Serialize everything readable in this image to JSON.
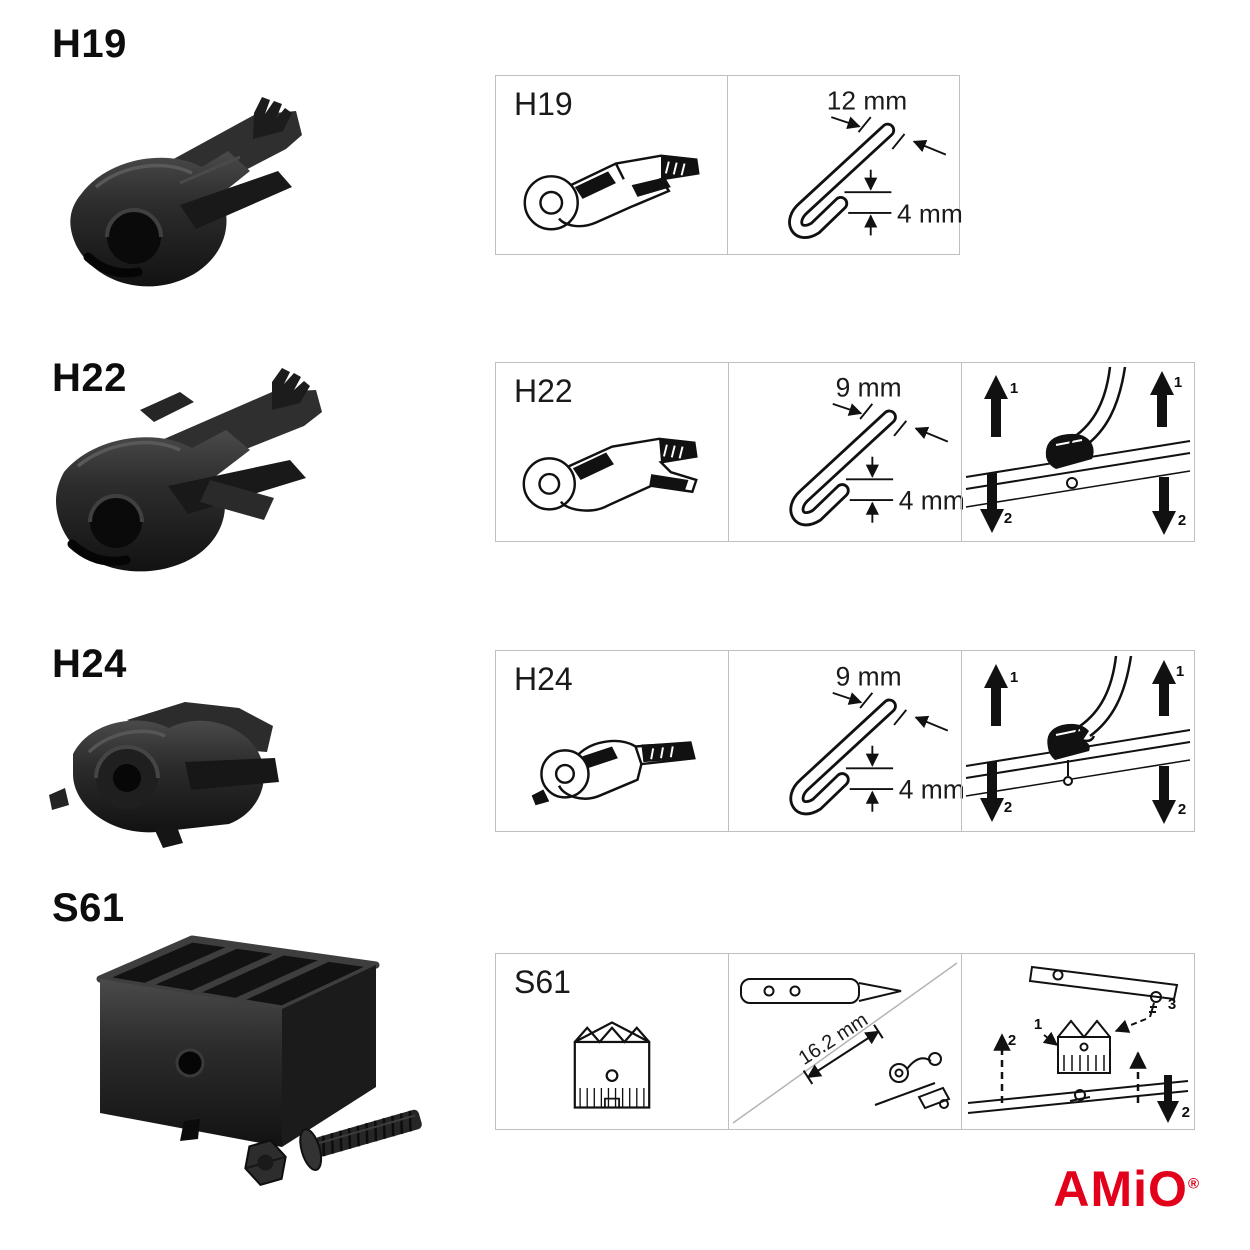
{
  "page": {
    "background": "#ffffff"
  },
  "brand": {
    "name": "AMiO",
    "registered": "®",
    "color": "#e2001a"
  },
  "adapters": [
    {
      "label": "H19",
      "panel": {
        "code": "H19",
        "dim_primary": "12 mm",
        "dim_secondary": "4 mm",
        "install_steps": []
      }
    },
    {
      "label": "H22",
      "panel": {
        "code": "H22",
        "dim_primary": "9 mm",
        "dim_secondary": "4 mm",
        "install_steps": [
          "1",
          "2",
          "1",
          "2"
        ]
      }
    },
    {
      "label": "H24",
      "panel": {
        "code": "H24",
        "dim_primary": "9 mm",
        "dim_secondary": "4 mm",
        "install_steps": [
          "1",
          "2",
          "1",
          "2"
        ]
      }
    },
    {
      "label": "S61",
      "panel": {
        "code": "S61",
        "dim_primary": "16.2 mm",
        "install_steps": [
          "2",
          "1",
          "3",
          "2"
        ]
      }
    }
  ]
}
